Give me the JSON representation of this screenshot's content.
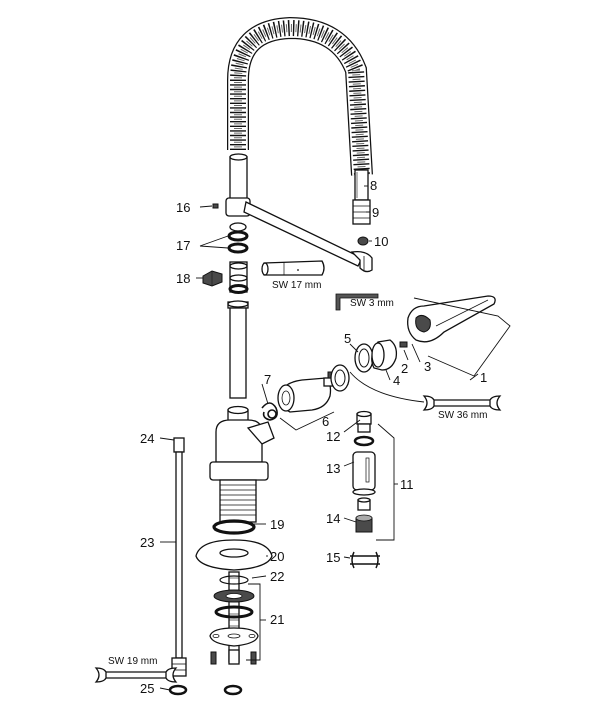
{
  "labels": {
    "p1": "1",
    "p2": "2",
    "p3": "3",
    "p4": "4",
    "p5": "5",
    "p6": "6",
    "p7": "7",
    "p8": "8",
    "p9": "9",
    "p10": "10",
    "p11": "11",
    "p12": "12",
    "p13": "13",
    "p14": "14",
    "p15": "15",
    "p16": "16",
    "p17": "17",
    "p18": "18",
    "p19": "19",
    "p20": "20",
    "p21": "21",
    "p22": "22",
    "p23": "23",
    "p24": "24",
    "p25": "25"
  },
  "tools": {
    "sw3": "SW 3 mm",
    "sw17": "SW 17 mm",
    "sw36": "SW 36 mm",
    "sw19": "SW 19 mm"
  }
}
